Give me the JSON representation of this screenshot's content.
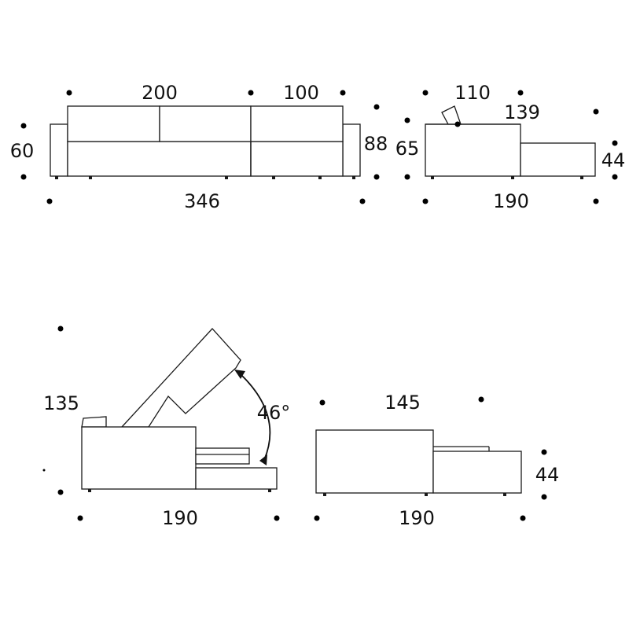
{
  "front_view": {
    "dim_left_section": "200",
    "dim_right_section": "100",
    "dim_arm_height": "60",
    "dim_total_height": "88",
    "dim_total_length": "346"
  },
  "side_view": {
    "dim_top": "110",
    "dim_back_height": "139",
    "dim_height": "65",
    "dim_seat_height": "44",
    "dim_length": "190"
  },
  "reclined_view": {
    "dim_height": "135",
    "dim_angle": "46°",
    "dim_length": "190"
  },
  "bed_view": {
    "dim_top": "145",
    "dim_height": "44",
    "dim_length": "190"
  },
  "colors": {
    "line": "#1a1a1a",
    "background": "#ffffff"
  }
}
